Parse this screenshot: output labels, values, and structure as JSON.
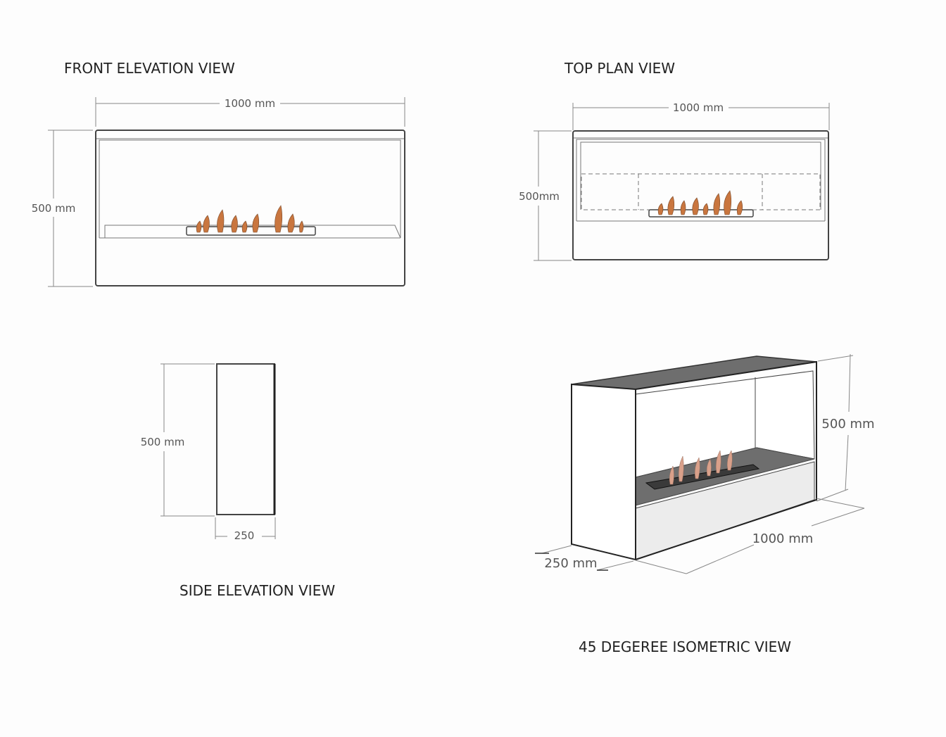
{
  "views": {
    "front": {
      "title": "FRONT ELEVATION VIEW",
      "width_label": "1000 mm",
      "height_label": "500 mm"
    },
    "top": {
      "title": "TOP PLAN VIEW",
      "width_label": "1000 mm",
      "height_label": "500mm"
    },
    "side": {
      "title": "SIDE ELEVATION VIEW",
      "height_label": "500 mm",
      "depth_label": "250"
    },
    "iso": {
      "title": "45 DEGEREE ISOMETRIC VIEW",
      "height_label": "500 mm",
      "width_label": "1000 mm",
      "depth_label": "250 mm"
    }
  },
  "colors": {
    "flame": "#c9763f",
    "panel_dark": "#6e6e6e",
    "outline": "#444444"
  }
}
